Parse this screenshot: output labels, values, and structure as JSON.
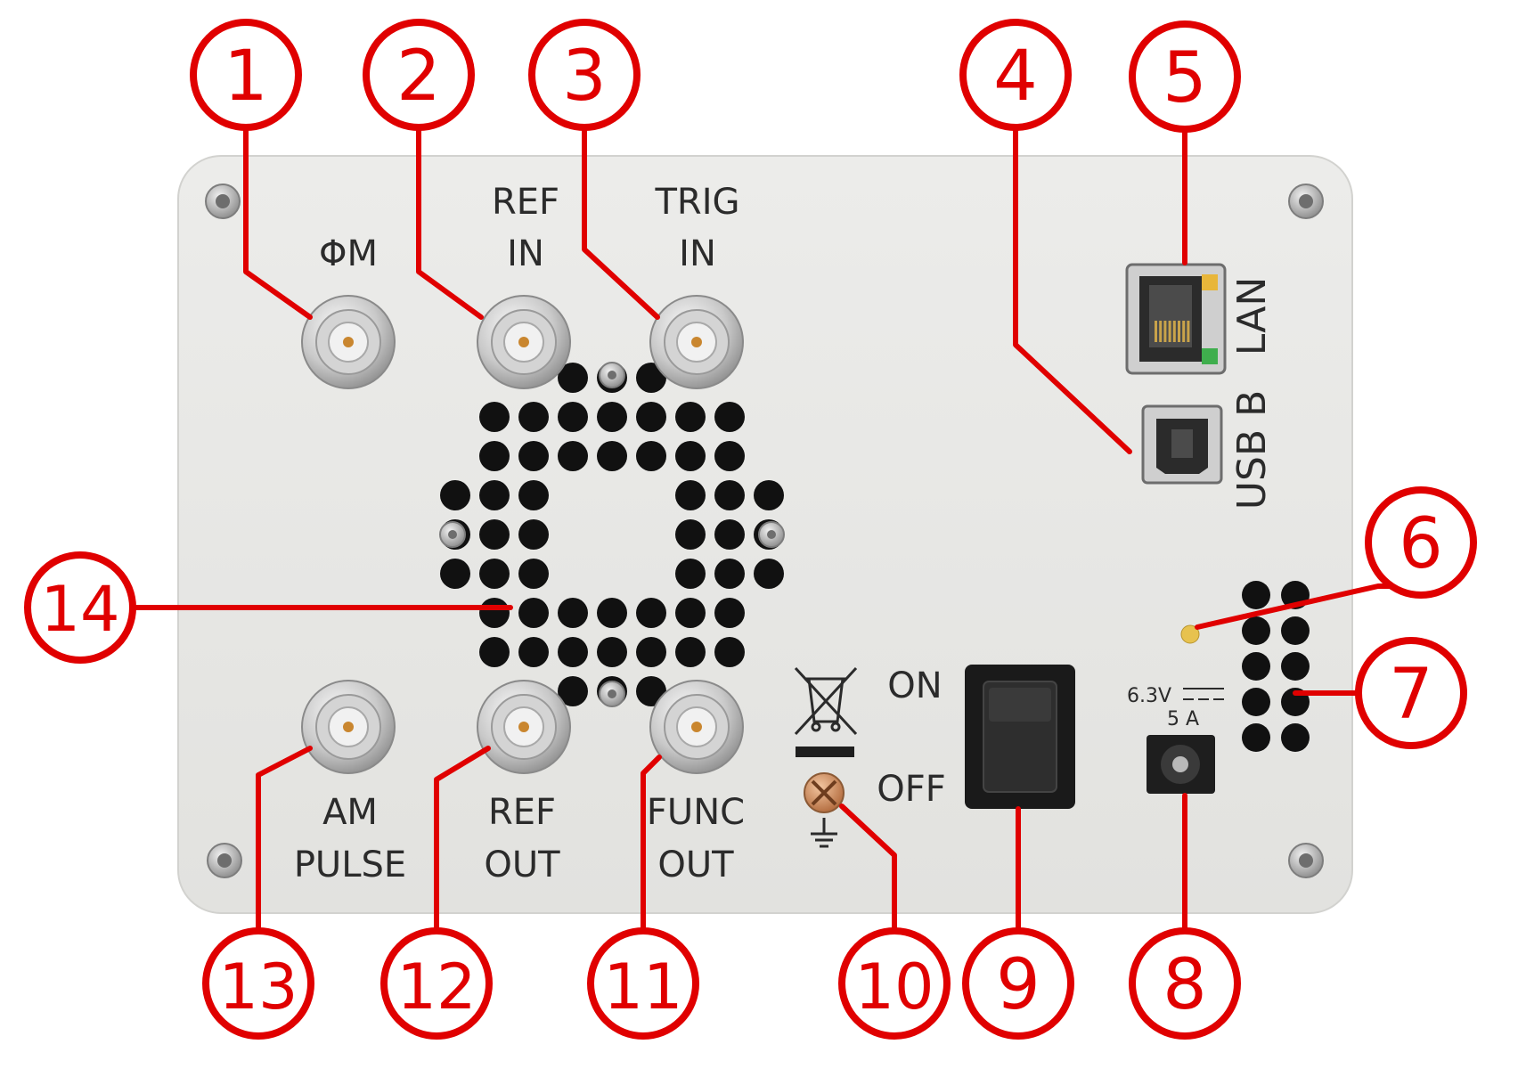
{
  "labels": {
    "phi_m": "ΦM",
    "ref_in": [
      "REF",
      "IN"
    ],
    "trig_in": [
      "TRIG",
      "IN"
    ],
    "lan": "LAN",
    "usb_b": "USB B",
    "am_pulse": [
      "AM",
      "PULSE"
    ],
    "ref_out": [
      "REF",
      "OUT"
    ],
    "func_out": [
      "FUNC",
      "OUT"
    ],
    "on": "ON",
    "off": "OFF",
    "voltage": "6.3V",
    "current": "5 A"
  },
  "callouts": [
    "1",
    "2",
    "3",
    "4",
    "5",
    "6",
    "7",
    "8",
    "9",
    "10",
    "11",
    "12",
    "13",
    "14"
  ],
  "colors": {
    "callout": "#e00000",
    "panel": "#e9e9e7",
    "text": "#2b2b2b",
    "led": "#e7c24f"
  },
  "icons": [
    "bnc-connector-icon",
    "rj45-port-icon",
    "usb-b-port-icon",
    "weee-bin-icon",
    "ground-icon",
    "dc-jack-icon",
    "screw-icon",
    "fan-vent-icon",
    "rocker-switch-icon"
  ]
}
